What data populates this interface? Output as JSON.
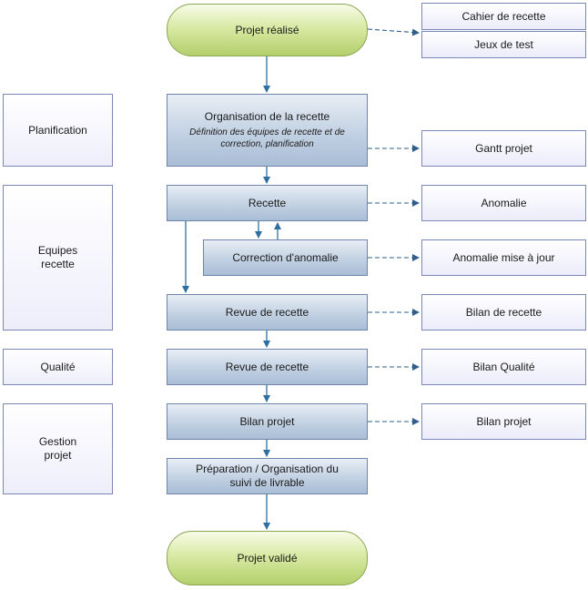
{
  "terminals": {
    "start": "Projet réalisé",
    "end": "Projet validé"
  },
  "steps": {
    "organisation": {
      "title": "Organisation de la recette",
      "subtitle": "Définition des équipes de recette et de correction, planification"
    },
    "recette": "Recette",
    "correction": "Correction d'anomalie",
    "revue_recette": "Revue de recette",
    "revue_qualite": "Revue de recette",
    "bilan_projet": "Bilan projet",
    "preparation": "Préparation / Organisation du suivi de livrable"
  },
  "roles": {
    "planification": "Planification",
    "equipes_recette": "Equipes recette",
    "qualite": "Qualité",
    "gestion_projet": "Gestion projet"
  },
  "documents": {
    "cahier_recette": "Cahier de recette",
    "jeux_test": "Jeux de test",
    "gantt": "Gantt projet",
    "anomalie": "Anomalie",
    "anomalie_maj": "Anomalie mise à jour",
    "bilan_recette": "Bilan de recette",
    "bilan_qualite": "Bilan Qualité",
    "bilan_projet": "Bilan projet"
  },
  "colors": {
    "arrow": "#2e6fa0",
    "dashed_arrow": "#4a6a8c"
  }
}
